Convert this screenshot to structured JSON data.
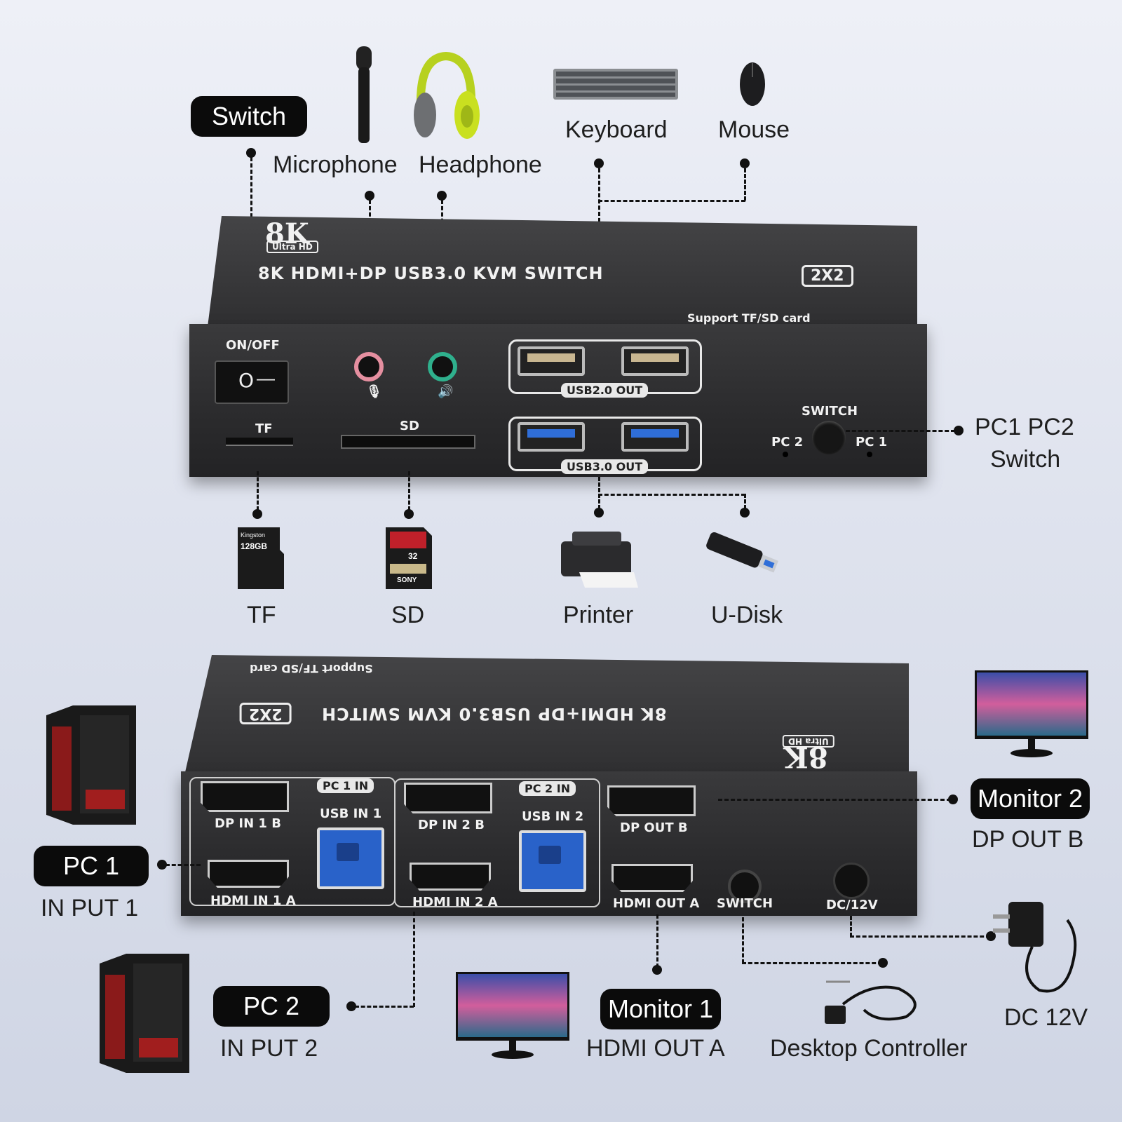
{
  "top_labels": {
    "switch_pill": "Switch",
    "microphone": "Microphone",
    "headphone": "Headphone",
    "keyboard": "Keyboard",
    "mouse": "Mouse",
    "pc_switch_line1": "PC1 PC2",
    "pc_switch_line2": "Switch",
    "tf": "TF",
    "sd": "SD",
    "printer": "Printer",
    "udisk": "U-Disk"
  },
  "top_device": {
    "logo_main": "8K",
    "logo_sub": "Ultra HD",
    "title": "8K HDMI+DP USB3.0 KVM SWITCH",
    "title_badge": "2X2",
    "support": "Support TF/SD card",
    "onoff": "ON/OFF",
    "switch_o": "O",
    "switch_i": "—",
    "tf": "TF",
    "sd": "SD",
    "usb2": "USB2.0 OUT",
    "usb3": "USB3.0 OUT",
    "switch": "SWITCH",
    "pc2": "PC 2",
    "pc1": "PC 1"
  },
  "bottom_device": {
    "support": "Support TF/SD card",
    "title": "8K HDMI+DP USB3.0 KVM SWITCH",
    "title_badge": "2X2",
    "logo_main": "8K",
    "logo_sub": "Ultra HD",
    "pc1_in": "PC 1 IN",
    "pc2_in": "PC 2 IN",
    "dp_in_1b": "DP IN 1 B",
    "usb_in_1": "USB IN 1",
    "hdmi_in_1a": "HDMI IN 1 A",
    "dp_in_2b": "DP IN 2 B",
    "usb_in_2": "USB IN 2",
    "hdmi_in_2a": "HDMI IN 2 A",
    "dp_out_b": "DP OUT B",
    "hdmi_out_a": "HDMI OUT A",
    "switch": "SWITCH",
    "dc": "DC/12V"
  },
  "bottom_labels": {
    "pc1_pill": "PC 1",
    "pc1_sub": "IN PUT 1",
    "pc2_pill": "PC 2",
    "pc2_sub": "IN PUT 2",
    "monitor2_pill": "Monitor 2",
    "monitor2_sub": "DP OUT B",
    "monitor1_pill": "Monitor 1",
    "monitor1_sub": "HDMI OUT A",
    "desktop_controller": "Desktop Controller",
    "dc12v": "DC 12V"
  },
  "product_print": {
    "tf_card_brand": "Kingston",
    "tf_card_capacity": "128GB",
    "sd_card_capacity": "32",
    "sd_card_brand": "SONY"
  },
  "colors": {
    "usb2_tongue": "#c8b690",
    "usb3_tongue": "#2f6ed8",
    "mic_jack": "#e58fa0",
    "headphone_jack": "#2fb08d"
  }
}
